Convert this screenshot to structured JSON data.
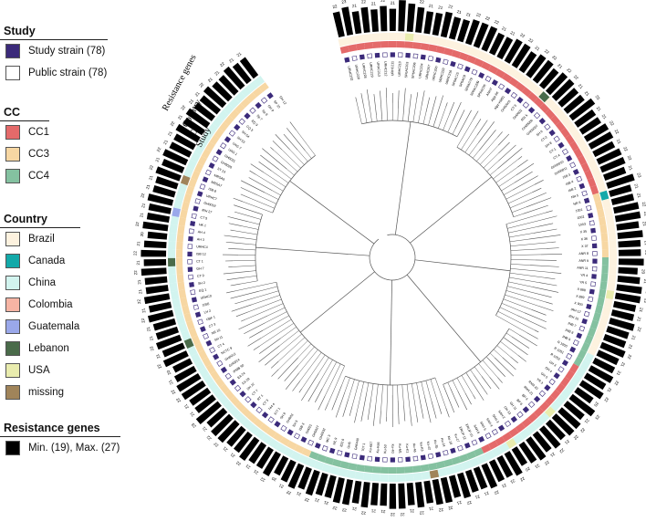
{
  "legends": {
    "study": {
      "title": "Study",
      "items": [
        {
          "label": "Study strain (78)",
          "color": "#3b2a7a"
        },
        {
          "label": "Public strain (78)",
          "color": "#ffffff"
        }
      ]
    },
    "cc": {
      "title": "CC",
      "items": [
        {
          "label": "CC1",
          "color": "#e46a6a"
        },
        {
          "label": "CC3",
          "color": "#f7d7a3"
        },
        {
          "label": "CC4",
          "color": "#84c1a0"
        }
      ]
    },
    "country": {
      "title": "Country",
      "items": [
        {
          "label": "Brazil",
          "color": "#fdf2df"
        },
        {
          "label": "Canada",
          "color": "#13a9a9"
        },
        {
          "label": "China",
          "color": "#d2f4ef"
        },
        {
          "label": "Colombia",
          "color": "#f6b4a4"
        },
        {
          "label": "Guatemala",
          "color": "#9aa8ea"
        },
        {
          "label": "Lebanon",
          "color": "#4a6b4a"
        },
        {
          "label": "USA",
          "color": "#e9ecae"
        },
        {
          "label": "missing",
          "color": "#a0845a"
        }
      ]
    },
    "resistance": {
      "title": "Resistance genes",
      "items": [
        {
          "label": "Min. (19), Max. (27)",
          "color": "#000000"
        }
      ]
    }
  },
  "ring_labels": {
    "resistance": "Resistance genes",
    "country": "Country",
    "cc": "CC",
    "study": "Study"
  },
  "ring_colors": {
    "study_filled": "#3b2a7a",
    "study_outline": "#3b2a7a",
    "branch": "#555555",
    "bar": "#000000"
  },
  "gene_counts": [
    22,
    23,
    21,
    22,
    21,
    22,
    21,
    24,
    23,
    22,
    21,
    21,
    22,
    21,
    21,
    22,
    22,
    22,
    21,
    21,
    22,
    22,
    21,
    22,
    22,
    21,
    22,
    22,
    21,
    21,
    23,
    21,
    21,
    22,
    22,
    21,
    22,
    22,
    21,
    23,
    21,
    21,
    22,
    22,
    21,
    22,
    21,
    21,
    22,
    20,
    21,
    22,
    22,
    21,
    21,
    22,
    21,
    21,
    22,
    21,
    21,
    22,
    21,
    22,
    20,
    23,
    21,
    22,
    22,
    21,
    22,
    21,
    22,
    21,
    20,
    22,
    21,
    21,
    22,
    21,
    21,
    22,
    21,
    22,
    22,
    21,
    22,
    21,
    22,
    22,
    21,
    21,
    22,
    21,
    22,
    22,
    21,
    21,
    22,
    21,
    22,
    21,
    20,
    22,
    21,
    21,
    22,
    21,
    21,
    22,
    22,
    21,
    23,
    21,
    21,
    22,
    22,
    21,
    20,
    22,
    21,
    22,
    21,
    21,
    22,
    21,
    22,
    21,
    21,
    22,
    21,
    22,
    21,
    20,
    22,
    21,
    21,
    22,
    21,
    21,
    22,
    21,
    22,
    21,
    21,
    22,
    21,
    22,
    21,
    21,
    22,
    21,
    21,
    22,
    21,
    21
  ],
  "leaf_labels": [
    "URHC232",
    "URHC220",
    "URHC228",
    "URHC229",
    "URHC213",
    "URHC212",
    "URHC211",
    "URHC210",
    "SP6AC203",
    "SP6AC206",
    "URHC234",
    "URHC207",
    "URHC200",
    "URHC233",
    "URHC216",
    "SP6AC15",
    "SP6AC8",
    "SP6AC79",
    "SP6AC209",
    "SP6AC56",
    "ANH7",
    "Alpz-56",
    "Alpz-KM91",
    "GH00001",
    "CT-3",
    "GH0002",
    "801 k",
    "GH00006",
    "GH00007",
    "SH 9",
    "CT-2",
    "SH 8",
    "CT-1",
    "CT-4",
    "GH00010",
    "GH00011",
    "ISB 3",
    "ISB 4",
    "ISB 2",
    "NR 5",
    "NR 6",
    "1001",
    "1002",
    "1003",
    "X 35",
    "X 36",
    "X 37",
    "ANR 8",
    "ANR 9",
    "ANR 11",
    "YR 4",
    "YR 5",
    "X 888",
    "X 889",
    "X 900",
    "IRH 12",
    "IRH 15",
    "JNB 7",
    "JNB 8",
    "JNB 9",
    "R 1050",
    "R 1051",
    "R 1052",
    "GH 3",
    "GH 4",
    "GH 5",
    "YR 3",
    "RMA 20",
    "RMA 21",
    "BP 4",
    "BP 6",
    "GH 11",
    "GH 13",
    "SAH 2",
    "SAH 3",
    "SAH 4",
    "SAH 5",
    "SAH 6",
    "ERUP 10",
    "ERUP 12",
    "Ku-17",
    "Ku-18",
    "Ku-24",
    "Ku-35",
    "Ku-42",
    "Ku-K3",
    "Ku-46",
    "Ku-K1",
    "Ku-M1",
    "Ku-4G",
    "Ku-53",
    "Ku-K66",
    "Ku-K67",
    "707 1",
    "GH0440",
    "GH5",
    "822 6",
    "ML 9",
    "MC 3",
    "GH0032",
    "GH0027",
    "GH021",
    "ISB 3",
    "SH 5",
    "GH003",
    "SH 8",
    "677 1",
    "744 4",
    "CT 3",
    "RT 1",
    "CT 7",
    "SH 22",
    "EA 28",
    "EA 24",
    "IPMB 90",
    "GH0014",
    "GH0012",
    "NCTC 9",
    "CT 4",
    "SH 11",
    "NR 10",
    "CT 3",
    "UBF 1",
    "LH 2",
    "1055",
    "URHC0",
    "EQ 1",
    "SH 2",
    "CT 9",
    "GH 7",
    "CT 1",
    "ISB 12",
    "URHC4",
    "AH 3",
    "AH 4",
    "HK 1",
    "CT 5",
    "IRH 27",
    "GH0019",
    "URHC7",
    "ISB 8",
    "MRSA7",
    "MRSA9",
    "ST 13",
    "GH0020",
    "GH0021",
    "UAG 1",
    "UAG 7",
    "SH 53",
    "SH 54",
    "CQ 3",
    "EQ 9",
    "Sp 7",
    "Sp 9",
    "GH 9",
    "SP 10",
    "GH 12"
  ]
}
